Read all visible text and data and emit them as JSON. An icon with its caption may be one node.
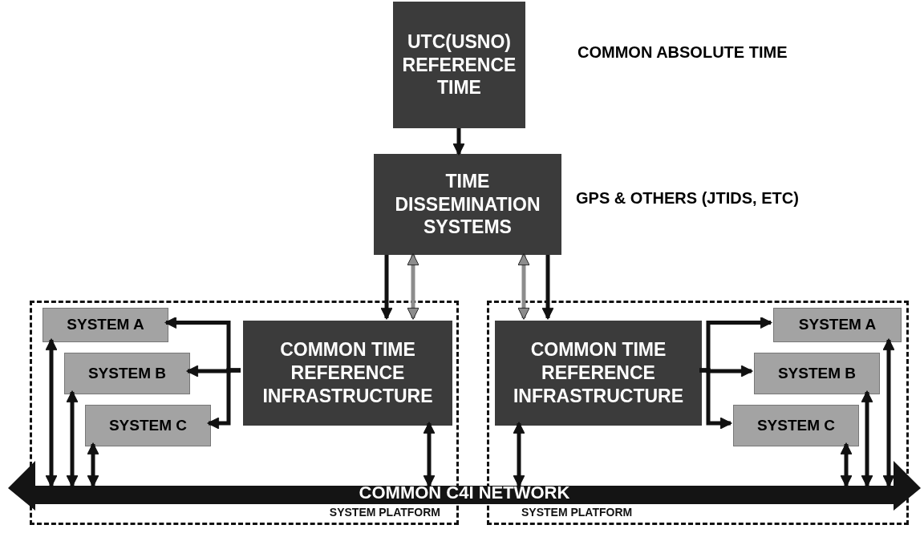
{
  "diagram": {
    "nodes": [
      {
        "text": [
          "UTC(USNO) REFERENCE TIME"
        ],
        "beside": [
          "COMMON ABSOLUTE TIME"
        ]
      },
      {
        "text": [
          "TIME DISSEMINATION SYSTEMS"
        ],
        "beside": [
          "GPS & OTHERS (JTIDS, ETC)"
        ]
      },
      {
        "text": [
          "SYSTEM PLATFORM"
        ]
      },
      {
        "text": [
          "SYSTEM PLATFORM"
        ]
      },
      {
        "text": [
          "SYSTEM A"
        ],
        "in": 2
      },
      {
        "text": [
          "SYSTEM B"
        ],
        "in": 2
      },
      {
        "text": [
          "SYSTEM C"
        ],
        "in": 2
      },
      {
        "text": [
          "COMMON TIME REFERENCE INFRASTRUCTURE"
        ],
        "in": 2
      },
      {
        "text": [
          "COMMON TIME REFERENCE INFRASTRUCTURE"
        ],
        "in": 3
      },
      {
        "text": [
          "SYSTEM A"
        ],
        "in": 3
      },
      {
        "text": [
          "SYSTEM B"
        ],
        "in": 3
      },
      {
        "text": [
          "SYSTEM C"
        ],
        "in": 3
      },
      {
        "text": [
          "COMMON C4I NETWORK"
        ]
      }
    ],
    "edges": [
      {
        "from": 0,
        "to": 1,
        "arrow": "to"
      },
      {
        "from": 1,
        "to": 7,
        "arrow": "to"
      },
      {
        "from": 1,
        "to": 7,
        "arrow": "both",
        "color": "#8c8c8c"
      },
      {
        "from": 1,
        "to": 8,
        "arrow": "both",
        "color": "#8c8c8c"
      },
      {
        "from": 1,
        "to": 8,
        "arrow": "to"
      },
      {
        "from": 7,
        "to": 4,
        "arrow": "to"
      },
      {
        "from": 7,
        "to": 5,
        "arrow": "to"
      },
      {
        "from": 7,
        "to": 6,
        "arrow": "to"
      },
      {
        "from": 8,
        "to": 9,
        "arrow": "to"
      },
      {
        "from": 8,
        "to": 10,
        "arrow": "to"
      },
      {
        "from": 8,
        "to": 11,
        "arrow": "to"
      },
      {
        "from": 4,
        "to": 12,
        "arrow": "both"
      },
      {
        "from": 5,
        "to": 12,
        "arrow": "both"
      },
      {
        "from": 6,
        "to": 12,
        "arrow": "both"
      },
      {
        "from": 7,
        "to": 12,
        "arrow": "both"
      },
      {
        "from": 8,
        "to": 12,
        "arrow": "both"
      },
      {
        "from": 11,
        "to": 12,
        "arrow": "both"
      },
      {
        "from": 10,
        "to": 12,
        "arrow": "both"
      },
      {
        "from": 9,
        "to": 12,
        "arrow": "both"
      }
    ]
  }
}
